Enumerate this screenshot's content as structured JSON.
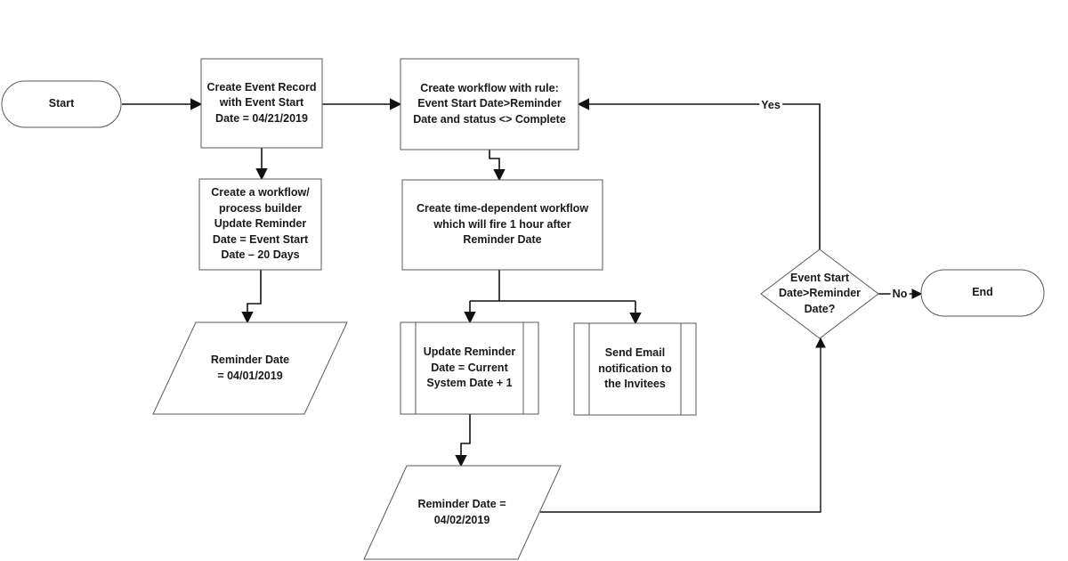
{
  "diagram": {
    "type": "flowchart",
    "topic": "Event reminder workflow",
    "colors": {
      "background": "#ffffff",
      "shape_fill": "#ffffff",
      "shape_stroke": "#595959",
      "connector": "#111111",
      "text": "#1a1a1a"
    },
    "nodes": {
      "start": {
        "type": "terminator",
        "label": "Start"
      },
      "create_event": {
        "type": "process",
        "label": "Create Event Record\nwith Event Start\nDate = 04/21/2019"
      },
      "create_workflow_rule": {
        "type": "process",
        "label": "Create workflow with rule:\nEvent Start Date>Reminder\nDate and status <> Complete"
      },
      "create_process_builder": {
        "type": "process",
        "label": "Create a workflow/\nprocess builder\nUpdate Reminder\nDate = Event Start\nDate – 20 Days"
      },
      "reminder_date_1": {
        "type": "data-parallelogram",
        "label": "Reminder Date\n= 04/01/2019"
      },
      "time_dependent_workflow": {
        "type": "process",
        "label": "Create time-dependent workflow\nwhich will fire 1 hour after\nReminder Date"
      },
      "update_reminder": {
        "type": "predefined-process",
        "label": "Update Reminder\nDate = Current\nSystem Date + 1"
      },
      "send_email": {
        "type": "predefined-process",
        "label": "Send Email\nnotification to\nthe Invitees"
      },
      "reminder_date_2": {
        "type": "data-parallelogram",
        "label": "Reminder Date =\n04/02/2019"
      },
      "decision": {
        "type": "decision",
        "label": "Event Start\nDate>Reminder\nDate?"
      },
      "end": {
        "type": "terminator",
        "label": "End"
      }
    },
    "edges": [
      {
        "from": "start",
        "to": "create_event",
        "label": ""
      },
      {
        "from": "create_event",
        "to": "create_workflow_rule",
        "label": ""
      },
      {
        "from": "create_event",
        "to": "create_process_builder",
        "label": ""
      },
      {
        "from": "create_process_builder",
        "to": "reminder_date_1",
        "label": ""
      },
      {
        "from": "create_workflow_rule",
        "to": "time_dependent_workflow",
        "label": ""
      },
      {
        "from": "time_dependent_workflow",
        "to": "update_reminder",
        "label": ""
      },
      {
        "from": "time_dependent_workflow",
        "to": "send_email",
        "label": ""
      },
      {
        "from": "update_reminder",
        "to": "reminder_date_2",
        "label": ""
      },
      {
        "from": "reminder_date_2",
        "to": "decision",
        "label": ""
      },
      {
        "from": "decision",
        "to": "create_workflow_rule",
        "label": "Yes"
      },
      {
        "from": "decision",
        "to": "end",
        "label": "No"
      }
    ]
  }
}
